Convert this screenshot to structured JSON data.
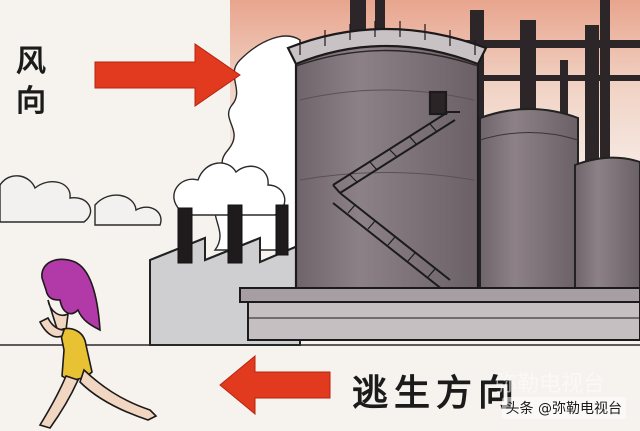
{
  "labels": {
    "wind_direction": "风向",
    "escape_direction": "逃生方向",
    "watermark": "头条 @弥勒电视台",
    "watermark_ghost": "弥勒电视台"
  },
  "colors": {
    "arrow_red": "#e23a1e",
    "tank_body": "#7f747a",
    "tank_dark": "#5e5559",
    "sky_smoke": "#d9a08f",
    "woman_hair": "#b23aa8",
    "woman_dress": "#e8c233"
  },
  "icons": {
    "wind_arrow": "arrow-right-icon",
    "escape_arrow": "arrow-left-icon"
  }
}
